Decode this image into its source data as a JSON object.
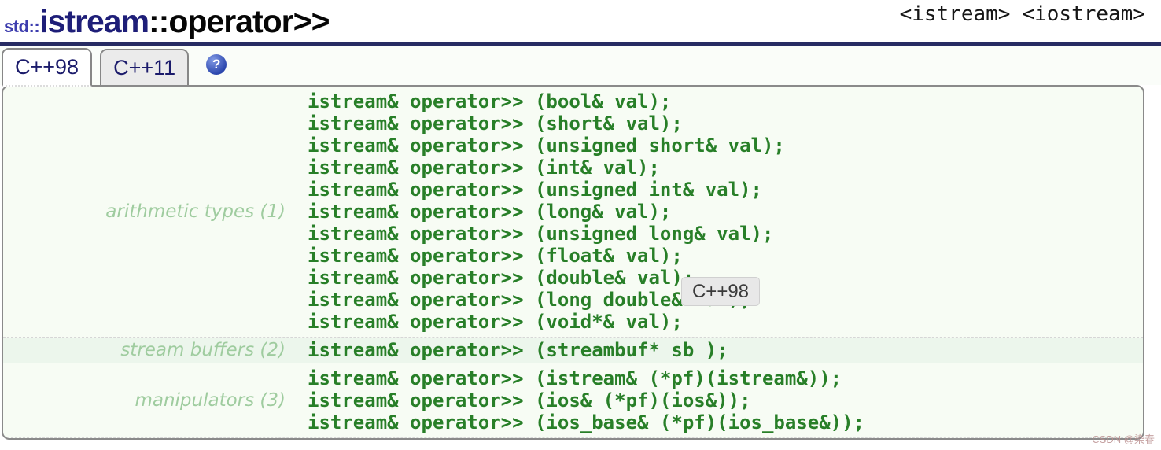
{
  "header": {
    "title_prefix": "std::",
    "title_class": "istream",
    "title_member": "::operator>>",
    "includes": [
      "<istream>",
      "<iostream>"
    ]
  },
  "tabs": {
    "items": [
      {
        "label": "C++98",
        "active": true
      },
      {
        "label": "C++11",
        "active": false
      }
    ],
    "help_glyph": "?"
  },
  "reference": {
    "groups": [
      {
        "label": "arithmetic types (1)",
        "lines": [
          "istream& operator>> (bool& val);",
          "istream& operator>> (short& val);",
          "istream& operator>> (unsigned short& val);",
          "istream& operator>> (int& val);",
          "istream& operator>> (unsigned int& val);",
          "istream& operator>> (long& val);",
          "istream& operator>> (unsigned long& val);",
          "istream& operator>> (float& val);",
          "istream& operator>> (double& val);",
          "istream& operator>> (long double& val);",
          "istream& operator>> (void*& val);"
        ]
      },
      {
        "label": "stream buffers (2)",
        "lines": [
          "istream& operator>> (streambuf* sb );"
        ]
      },
      {
        "label": "manipulators (3)",
        "lines": [
          "istream& operator>> (istream& (*pf)(istream&));",
          "istream& operator>> (ios& (*pf)(ios&));",
          "istream& operator>> (ios_base& (*pf)(ios_base&));"
        ]
      }
    ]
  },
  "tooltip": {
    "text": "C++98"
  },
  "watermark": {
    "text": "CSDN @染春"
  },
  "colors": {
    "rule_navy": "#272c63",
    "code_green": "#287f28",
    "label_green": "#9fcc9f",
    "panel_bg": "#f7fcf4",
    "alt_row_bg": "#ecf6ec",
    "help_blue": "#2b46ad",
    "tab_text": "#1b1b6b"
  }
}
